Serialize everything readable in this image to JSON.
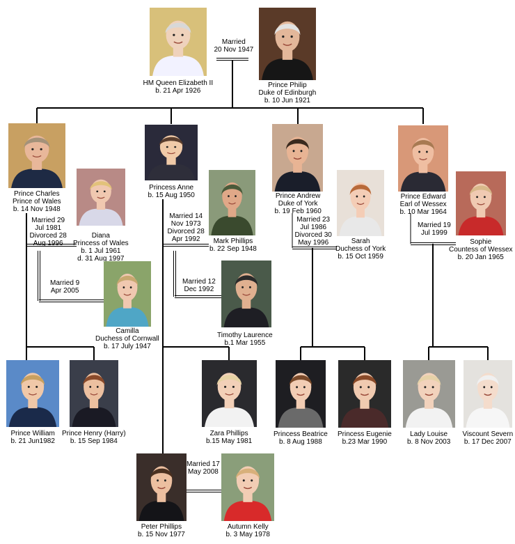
{
  "people": {
    "elizabeth": {
      "lines": [
        "HM Queen Elizabeth II",
        "b. 21 Apr 1926"
      ],
      "bg": "#d8c07a",
      "skin": "#efd2bc",
      "hair": "#d8d8d8",
      "cloth": "#f2f2ff"
    },
    "philip": {
      "lines": [
        "Prince Philip",
        "Duke of Edinburgh",
        "b. 10 Jun 1921"
      ],
      "bg": "#5a3a28",
      "skin": "#e3b79a",
      "hair": "#e2e2e2",
      "cloth": "#161616"
    },
    "charles": {
      "lines": [
        "Prince Charles",
        "Prince of Wales",
        "b. 14 Nov 1948"
      ],
      "bg": "#c8a062",
      "skin": "#e8b79a",
      "hair": "#a4927a",
      "cloth": "#1e2a44"
    },
    "diana": {
      "lines": [
        "Diana",
        "Princess of Wales",
        "b. 1 Jul 1961",
        "d. 31 Aug 1997"
      ],
      "bg": "#b88a86",
      "skin": "#f0c8b0",
      "hair": "#e2c27a",
      "cloth": "#d8d8e8"
    },
    "camilla": {
      "lines": [
        "Camilla",
        "Duchess of Cornwall",
        "b. 17 July 1947"
      ],
      "bg": "#8aa46a",
      "skin": "#f0c8b0",
      "hair": "#c8a870",
      "cloth": "#4fa6c6"
    },
    "anne": {
      "lines": [
        "Princess Anne",
        "b. 15 Aug 1950"
      ],
      "bg": "#2a2a3a",
      "skin": "#f0caa8",
      "hair": "#5a3e2e",
      "cloth": "#2e2e3a"
    },
    "markphillips": {
      "lines": [
        "Mark Phillips",
        "b. 22 Sep 1948"
      ],
      "bg": "#8a9a7a",
      "skin": "#e0a888",
      "hair": "#4a5a3a",
      "cloth": "#3a4a2e"
    },
    "timothy": {
      "lines": [
        "Timothy Laurence",
        "b.1 Mar 1955"
      ],
      "bg": "#4a5a4a",
      "skin": "#e0b090",
      "hair": "#2a2a2a",
      "cloth": "#1e1e24"
    },
    "andrew": {
      "lines": [
        "Prince Andrew",
        "Duke of York",
        "b. 19 Feb 1960"
      ],
      "bg": "#c8a890",
      "skin": "#e8b494",
      "hair": "#3a2a1e",
      "cloth": "#1a1e2a"
    },
    "sarah": {
      "lines": [
        "Sarah",
        "Duchess of York",
        "b. 15 Oct 1959"
      ],
      "bg": "#e8e0d8",
      "skin": "#f4cdb6",
      "hair": "#b86a3a",
      "cloth": "#e8e8e8"
    },
    "edward": {
      "lines": [
        "Prince Edward",
        "Earl of Wessex",
        "b. 10 Mar 1964"
      ],
      "bg": "#d89878",
      "skin": "#efbea2",
      "hair": "#a87a52",
      "cloth": "#2a2a34"
    },
    "sophie": {
      "lines": [
        "Sophie",
        "Countess of Wessex",
        "b. 20 Jan 1965"
      ],
      "bg": "#b86a5a",
      "skin": "#f0cab2",
      "hair": "#d8b88a",
      "cloth": "#c82a2a"
    },
    "william": {
      "lines": [
        "Prince William",
        "b. 21 Jun1982"
      ],
      "bg": "#5a8ac8",
      "skin": "#f0c8a8",
      "hair": "#c8a060",
      "cloth": "#1a2a4a"
    },
    "harry": {
      "lines": [
        "Prince Henry (Harry)",
        "b. 15 Sep 1984"
      ],
      "bg": "#3a3e4a",
      "skin": "#ecc0a0",
      "hair": "#8a4a2a",
      "cloth": "#1a1a24"
    },
    "zara": {
      "lines": [
        "Zara Phillips",
        "b.15 May 1981"
      ],
      "bg": "#2a2a2e",
      "skin": "#f2d0b8",
      "hair": "#e6d2a4",
      "cloth": "#f2f2f2"
    },
    "beatrice": {
      "lines": [
        "Princess Beatrice",
        "b. 8 Aug 1988"
      ],
      "bg": "#1e1e22",
      "skin": "#f2cdb4",
      "hair": "#7a4a2a",
      "cloth": "#6a6a6a"
    },
    "eugenie": {
      "lines": [
        "Princess Eugenie",
        "b.23 Mar 1990"
      ],
      "bg": "#2a2a2a",
      "skin": "#f0cab0",
      "hair": "#8a4a28",
      "cloth": "#4a2a2a"
    },
    "louise": {
      "lines": [
        "Lady Louise",
        "b. 8 Nov 2003"
      ],
      "bg": "#9a9a94",
      "skin": "#f2d2bc",
      "hair": "#e6d2a8",
      "cloth": "#f2f2f2"
    },
    "severn": {
      "lines": [
        "Viscount Severn",
        "b. 17 Dec 2007"
      ],
      "bg": "#e4e2de",
      "skin": "#f4dccc",
      "hair": "#f0f0f0",
      "cloth": "#f6f6f6"
    },
    "peter": {
      "lines": [
        "Peter Phillips",
        "b. 15 Nov 1977"
      ],
      "bg": "#3a2e2a",
      "skin": "#ecbfa0",
      "hair": "#4a3020",
      "cloth": "#141418"
    },
    "autumn": {
      "lines": [
        "Autumn Kelly",
        "b. 3 May 1978"
      ],
      "bg": "#8a9e7a",
      "skin": "#f2cdb4",
      "hair": "#d8b07a",
      "cloth": "#d82a2a"
    }
  },
  "marriages": {
    "queen": [
      "Married",
      "20 Nov 1947"
    ],
    "charles_diana": [
      "Married 29",
      "Jul 1981",
      "Divorced 28",
      "Aug 1996"
    ],
    "charles_camilla": [
      "Married 9",
      "Apr 2005"
    ],
    "anne_mark": [
      "Married 14",
      "Nov 1973",
      "Divorced 28",
      "Apr 1992"
    ],
    "anne_timothy": [
      "Married 12",
      "Dec 1992"
    ],
    "andrew_sarah": [
      "Married 23",
      "Jul 1986",
      "Divorced 30",
      "May 1996"
    ],
    "edward_sophie": [
      "Married 19",
      "Jul 1999"
    ],
    "peter_autumn": [
      "Married 17",
      "May 2008"
    ]
  }
}
